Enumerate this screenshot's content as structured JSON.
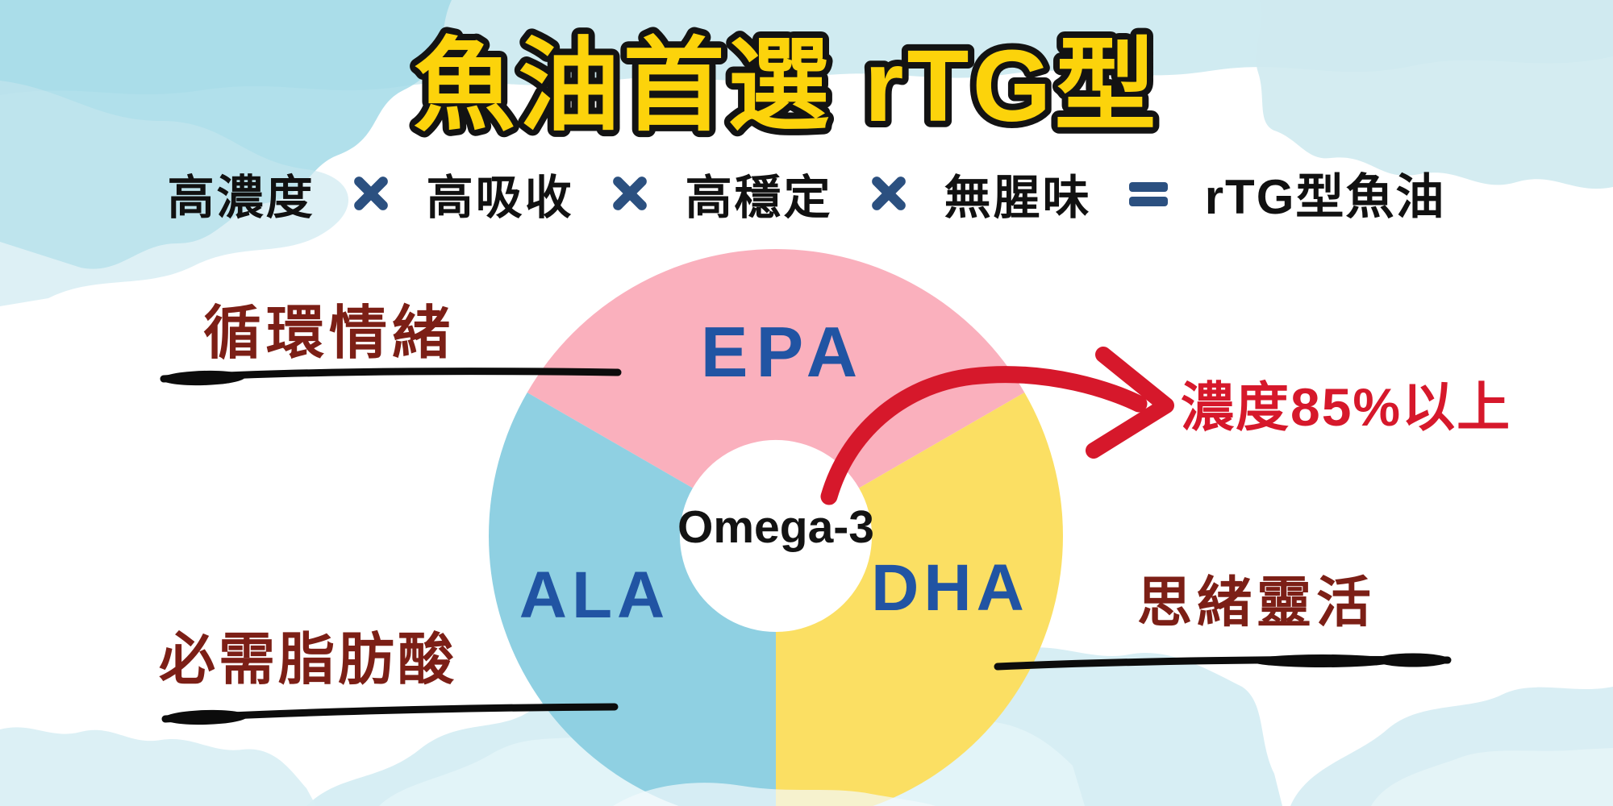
{
  "title": {
    "text": "魚油首選 rTG型",
    "fill_color": "#fcd30b",
    "outline_color": "#131313"
  },
  "formula": {
    "terms": [
      "高濃度",
      "高吸收",
      "高穩定",
      "無腥味"
    ],
    "times_symbol": "✕",
    "equals_symbol": "＝",
    "result": "rTG型魚油",
    "symbol_color": "#2b5080",
    "text_color": "#111111"
  },
  "donut": {
    "center_label": "Omega-3",
    "label_color": "#2154a3",
    "note_color": "#7c1f16",
    "segments": [
      {
        "label": "EPA",
        "color": "#fab0bd",
        "note": "循環情緒"
      },
      {
        "label": "ALA",
        "color": "#8fd0e2",
        "note": "必需脂肪酸"
      },
      {
        "label": "DHA",
        "color": "#fbdf63",
        "note": "思緒靈活"
      }
    ]
  },
  "callout": {
    "text": "濃度85%以上",
    "color": "#d6182b",
    "arrow_icon": "curved-right-arrow"
  },
  "chart_data": {
    "type": "pie",
    "title": "Omega-3",
    "categories": [
      "EPA",
      "ALA",
      "DHA"
    ],
    "values": [
      33.3,
      33.3,
      33.3
    ],
    "legend_position": "on-slices",
    "annotations": [
      "循環情緒",
      "必需脂肪酸",
      "思緒靈活",
      "濃度85%以上"
    ]
  },
  "background": {
    "style": "watercolor-sky",
    "wash_colors": [
      "#a3dae8",
      "#c8e7ef",
      "#d3ecf3",
      "#e4f4f8"
    ]
  }
}
